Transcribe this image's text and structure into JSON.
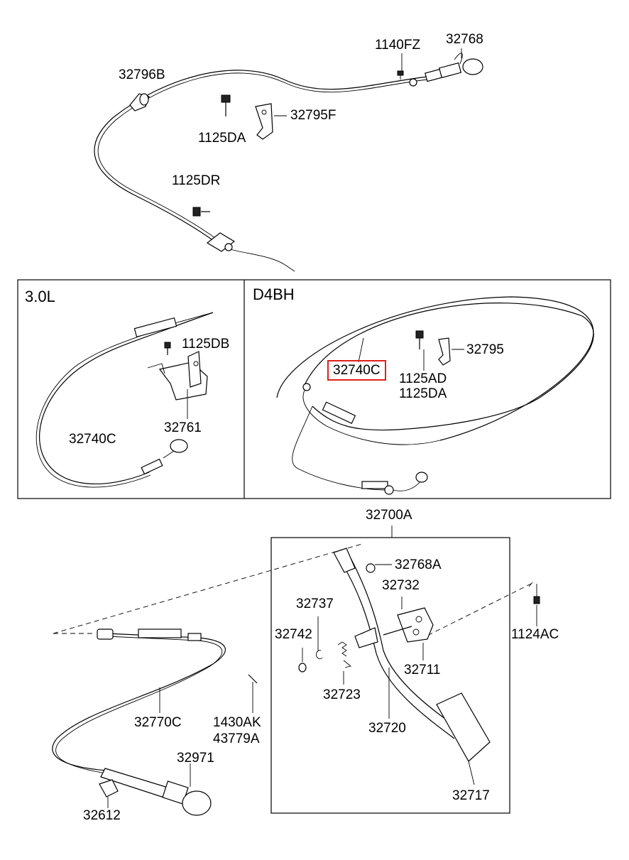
{
  "sections": {
    "left": "3.0L",
    "right": "D4BH"
  },
  "labels": {
    "p32796B": "32796B",
    "p1140FZ": "1140FZ",
    "p32768": "32768",
    "p32795F": "32795F",
    "p1125DA_top": "1125DA",
    "p1125DR": "1125DR",
    "p1125DB": "1125DB",
    "p32761": "32761",
    "p32740C_left": "32740C",
    "p32740C_right": "32740C",
    "p32795": "32795",
    "p1125AD": "1125AD",
    "p1125DA_right": "1125DA",
    "p32700A": "32700A",
    "p32768A": "32768A",
    "p32732": "32732",
    "p32737": "32737",
    "p32742": "32742",
    "p1124AC": "1124AC",
    "p32711": "32711",
    "p32723": "32723",
    "p32770C": "32770C",
    "p1430AK": "1430AK",
    "p43779A": "43779A",
    "p32720": "32720",
    "p32971": "32971",
    "p32717": "32717",
    "p32612": "32612"
  },
  "highlight_color": "#e0201b"
}
